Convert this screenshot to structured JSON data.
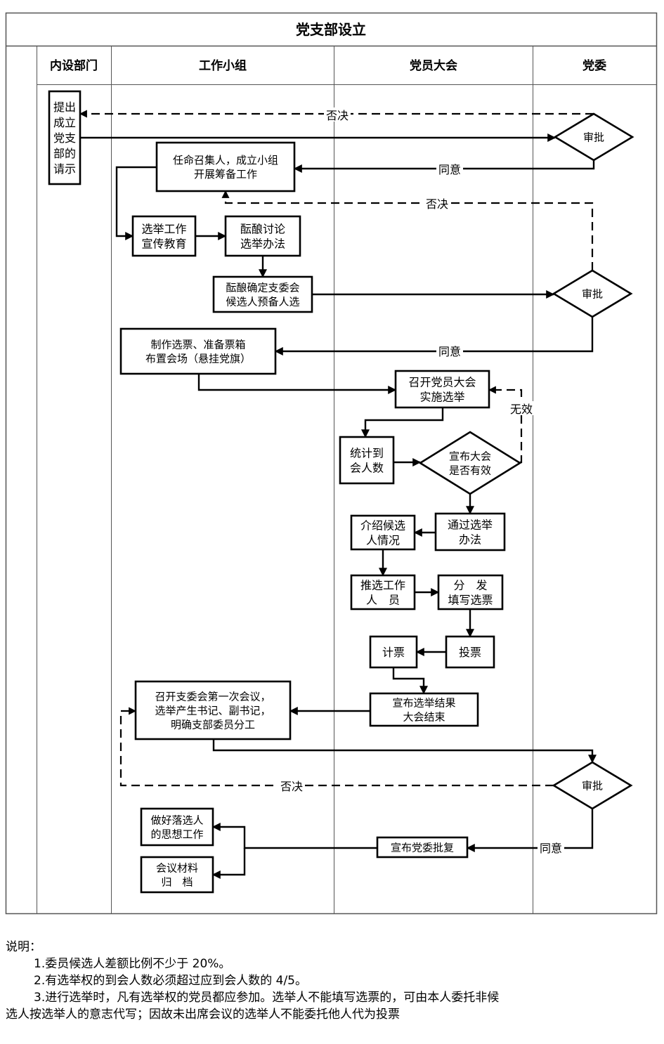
{
  "title": "党支部设立",
  "lanes": [
    {
      "id": "dept",
      "label": "内设部门"
    },
    {
      "id": "group",
      "label": "工作小组"
    },
    {
      "id": "assembly",
      "label": "党员大会"
    },
    {
      "id": "committee",
      "label": "党委"
    }
  ],
  "nodes": [
    {
      "id": "n1",
      "shape": "box",
      "lines": [
        "提出",
        "成立",
        "党支",
        "部的",
        "请示"
      ]
    },
    {
      "id": "d1",
      "shape": "diamond",
      "lines": [
        "审批"
      ]
    },
    {
      "id": "n2",
      "shape": "box",
      "lines": [
        "任命召集人，成立小组",
        "开展筹备工作"
      ]
    },
    {
      "id": "n3",
      "shape": "box",
      "lines": [
        "选举工作",
        "宣传教育"
      ]
    },
    {
      "id": "n4",
      "shape": "box",
      "lines": [
        "酝酿讨论",
        "选举办法"
      ]
    },
    {
      "id": "n5",
      "shape": "box",
      "lines": [
        "酝酿确定支委会",
        "候选人预备人选"
      ]
    },
    {
      "id": "d2",
      "shape": "diamond",
      "lines": [
        "审批"
      ]
    },
    {
      "id": "n6",
      "shape": "box",
      "lines": [
        "制作选票、准备票箱",
        "布置会场（悬挂党旗）"
      ]
    },
    {
      "id": "n7",
      "shape": "box",
      "lines": [
        "召开党员大会",
        "实施选举"
      ]
    },
    {
      "id": "n8",
      "shape": "box",
      "lines": [
        "统计到",
        "会人数"
      ]
    },
    {
      "id": "d3",
      "shape": "diamond",
      "lines": [
        "宣布大会",
        "是否有效"
      ]
    },
    {
      "id": "n9",
      "shape": "box",
      "lines": [
        "通过选举",
        "办法"
      ]
    },
    {
      "id": "n10",
      "shape": "box",
      "lines": [
        "介绍候选",
        "人情况"
      ]
    },
    {
      "id": "n11",
      "shape": "box",
      "lines": [
        "推选工作",
        "人　员"
      ]
    },
    {
      "id": "n12",
      "shape": "box",
      "lines": [
        "分　发",
        "填写选票"
      ]
    },
    {
      "id": "n13",
      "shape": "box",
      "lines": [
        "投票"
      ]
    },
    {
      "id": "n14",
      "shape": "box",
      "lines": [
        "计票"
      ]
    },
    {
      "id": "n15",
      "shape": "box",
      "lines": [
        "宣布选举结果",
        "大会结束"
      ]
    },
    {
      "id": "n16",
      "shape": "box",
      "lines": [
        "召开支委会第一次会议，",
        "选举产生书记、副书记，",
        "明确支部委员分工"
      ]
    },
    {
      "id": "d4",
      "shape": "diamond",
      "lines": [
        "审批"
      ]
    },
    {
      "id": "n17",
      "shape": "box",
      "lines": [
        "宣布党委批复"
      ]
    },
    {
      "id": "n18",
      "shape": "box",
      "lines": [
        "做好落选人",
        "的思想工作"
      ]
    },
    {
      "id": "n19",
      "shape": "box",
      "lines": [
        "会议材料",
        "归　档"
      ]
    }
  ],
  "edges": [
    {
      "from": "n1",
      "to": "d1",
      "style": "solid",
      "label": ""
    },
    {
      "from": "d1",
      "to": "n1",
      "style": "dashed",
      "label": "否决"
    },
    {
      "from": "d1",
      "to": "n2",
      "style": "solid",
      "label": "同意"
    },
    {
      "from": "n2",
      "to": "n3",
      "style": "solid",
      "label": ""
    },
    {
      "from": "n3",
      "to": "n4",
      "style": "solid",
      "label": ""
    },
    {
      "from": "n4",
      "to": "n5",
      "style": "solid",
      "label": ""
    },
    {
      "from": "n5",
      "to": "d2",
      "style": "solid",
      "label": ""
    },
    {
      "from": "d2",
      "to": "n2",
      "style": "dashed",
      "label": "否决"
    },
    {
      "from": "d2",
      "to": "n6",
      "style": "solid",
      "label": "同意"
    },
    {
      "from": "n6",
      "to": "n7",
      "style": "solid",
      "label": ""
    },
    {
      "from": "n7",
      "to": "n8",
      "style": "solid",
      "label": ""
    },
    {
      "from": "n8",
      "to": "d3",
      "style": "solid",
      "label": ""
    },
    {
      "from": "d3",
      "to": "n7",
      "style": "dashed",
      "label": "无效"
    },
    {
      "from": "d3",
      "to": "n9",
      "style": "solid",
      "label": ""
    },
    {
      "from": "n9",
      "to": "n10",
      "style": "solid",
      "label": ""
    },
    {
      "from": "n10",
      "to": "n11",
      "style": "solid",
      "label": ""
    },
    {
      "from": "n11",
      "to": "n12",
      "style": "solid",
      "label": ""
    },
    {
      "from": "n12",
      "to": "n13",
      "style": "solid",
      "label": ""
    },
    {
      "from": "n13",
      "to": "n14",
      "style": "solid",
      "label": ""
    },
    {
      "from": "n14",
      "to": "n15",
      "style": "solid",
      "label": ""
    },
    {
      "from": "n15",
      "to": "n16",
      "style": "solid",
      "label": ""
    },
    {
      "from": "n16",
      "to": "d4",
      "style": "solid",
      "label": ""
    },
    {
      "from": "d4",
      "to": "n16",
      "style": "dashed",
      "label": "否决"
    },
    {
      "from": "d4",
      "to": "n17",
      "style": "solid",
      "label": "同意"
    },
    {
      "from": "n17",
      "to": "n18",
      "style": "solid",
      "label": ""
    },
    {
      "from": "n17",
      "to": "n19",
      "style": "solid",
      "label": ""
    }
  ],
  "notes": {
    "heading": "说明：",
    "items": [
      "1.委员候选人差额比例不少于 20%。",
      "2.有选举权的到会人数必须超过应到会人数的 4/5。",
      "3.进行选举时，凡有选举权的党员都应参加。选举人不能填写选票的，可由本人委托非候",
      "选人按选举人的意志代写；因故未出席会议的选举人不能委托他人代为投票"
    ]
  }
}
